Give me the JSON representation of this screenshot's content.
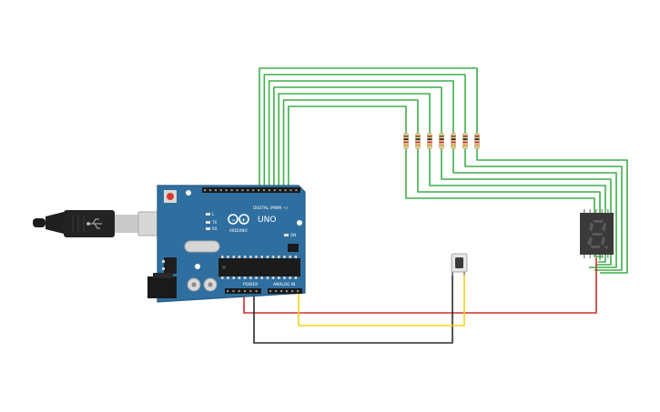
{
  "board": {
    "brand": "ARDUINO",
    "model": "UNO",
    "digital_label": "DIGITAL (PWM ~)",
    "power_label": "POWER",
    "analog_label": "ANALOG IN",
    "led_tx": "TX",
    "led_rx": "RX",
    "led_l": "L",
    "on_label": "ON"
  },
  "display": {
    "digit": "8."
  },
  "colors": {
    "board": "#2f6fa0",
    "board_dark": "#245a83",
    "wire_green": "#3fae49",
    "wire_red": "#c9302c",
    "wire_black": "#2a2a2a",
    "wire_yellow": "#f2d21b",
    "display_body": "#3a3a3a",
    "segment_off": "#5a5a5a",
    "resistor": "#e4c89a"
  },
  "components": {
    "resistor_count": 7,
    "pushbutton": "pushbutton",
    "usb": "usb-cable"
  }
}
